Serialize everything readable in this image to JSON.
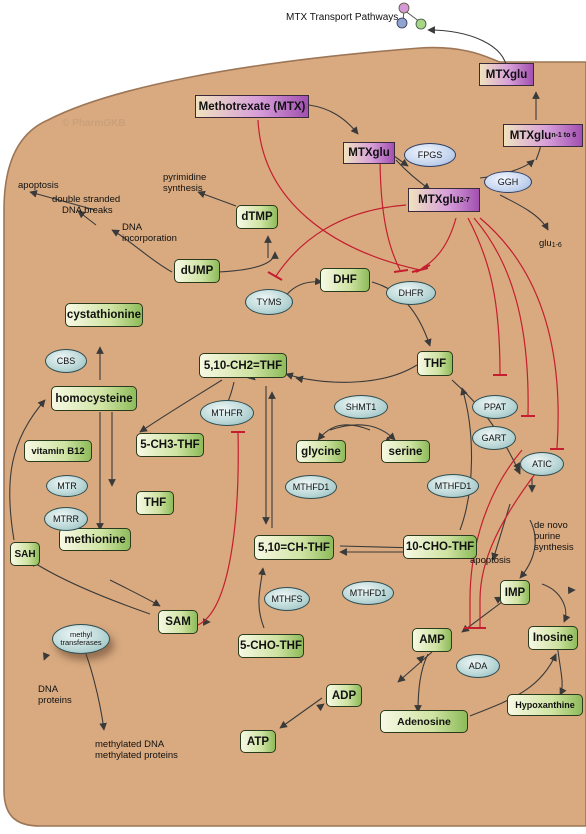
{
  "title": "MTX Transport Pathways",
  "copyright": "© PharmGKB",
  "colors": {
    "cell_fill": "#d9aa80",
    "cell_border": "#9c7656",
    "inhibition": "#c41e2f",
    "arrow": "#3a3a3a"
  },
  "nodes": {
    "mtx": "Methotrexate (MTX)",
    "mtxglu_top": "MTXglu",
    "mtxglu": "MTXglu",
    "mtxglu27": "MTXglu",
    "mtxglu27_sub": "2-7",
    "mtxglun": "MTXglu",
    "mtxglun_sub": "n-1 to 6",
    "dtmp": "dTMP",
    "dump": "dUMP",
    "dhf": "DHF",
    "thf": "THF",
    "ch2thf": "5,10-CH2=THF",
    "cystathionine": "cystathionine",
    "homocysteine": "homocysteine",
    "ch3thf": "5-CH3-THF",
    "thf2": "THF",
    "glycine": "glycine",
    "serine": "serine",
    "vitb12": "vitamin B12",
    "methionine": "methionine",
    "sah": "SAH",
    "sam": "SAM",
    "chthf": "5,10=CH-THF",
    "chothf": "10-CHO-THF",
    "cho5thf": "5-CHO-THF",
    "imp": "IMP",
    "amp": "AMP",
    "inosine": "Inosine",
    "adp": "ADP",
    "atp": "ATP",
    "adenosine": "Adenosine",
    "hypoxanthine": "Hypoxanthine"
  },
  "enzymes": {
    "fpgs": "FPGS",
    "ggh": "GGH",
    "tyms": "TYMS",
    "dhfr": "DHFR",
    "cbs": "CBS",
    "mthfr": "MTHFR",
    "shmt1": "SHMT1",
    "ppat": "PPAT",
    "gart": "GART",
    "atic": "ATIC",
    "mtr": "MTR",
    "mtrr": "MTRR",
    "mthfd1a": "MTHFD1",
    "mthfd1b": "MTHFD1",
    "mthfd1c": "MTHFD1",
    "mthfs": "MTHFS",
    "ada": "ADA",
    "methyltransferases_1": "methyl",
    "methyltransferases_2": "transferases"
  },
  "labels": {
    "apoptosis1": "apoptosis",
    "dsb_1": "double stranded",
    "dsb_2": "DNA breaks",
    "dnainc_1": "DNA",
    "dnainc_2": "incorporation",
    "pyr_1": "pyrimidine",
    "pyr_2": "synthesis",
    "glu": "glu",
    "glu_sub": "1-6",
    "denovo_1": "de novo",
    "denovo_2": "purine",
    "denovo_3": "synthesis",
    "apoptosis2": "apoptosis",
    "dnaprot_1": "DNA",
    "dnaprot_2": "proteins",
    "methyl_1": "methylated DNA",
    "methyl_2": "methylated proteins"
  }
}
